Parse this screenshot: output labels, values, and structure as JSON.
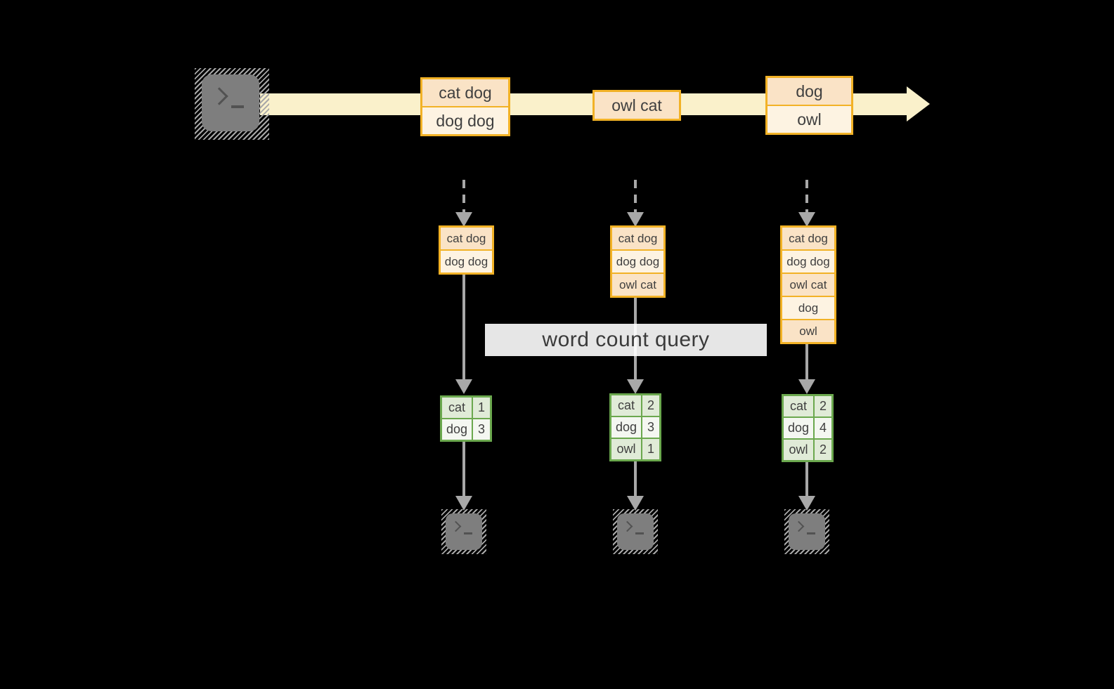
{
  "query_label": "word count query",
  "stream": {
    "events": [
      {
        "lines": [
          "cat dog",
          "dog dog"
        ]
      },
      {
        "lines": [
          "owl cat"
        ]
      },
      {
        "lines": [
          "dog",
          "owl"
        ]
      }
    ]
  },
  "columns": [
    {
      "batch": [
        "cat dog",
        "dog dog"
      ],
      "table": {
        "rows": [
          [
            "cat",
            "1"
          ],
          [
            "dog",
            "3"
          ]
        ]
      }
    },
    {
      "batch": [
        "cat dog",
        "dog dog",
        "owl cat"
      ],
      "table": {
        "rows": [
          [
            "cat",
            "2"
          ],
          [
            "dog",
            "3"
          ],
          [
            "owl",
            "1"
          ]
        ]
      }
    },
    {
      "batch": [
        "cat dog",
        "dog dog",
        "owl cat",
        "dog",
        "owl"
      ],
      "table": {
        "rows": [
          [
            "cat",
            "2"
          ],
          [
            "dog",
            "4"
          ],
          [
            "owl",
            "2"
          ]
        ]
      }
    }
  ],
  "icons": {
    "source": "terminal-prompt-icon",
    "sinks": [
      "terminal-prompt-icon",
      "terminal-prompt-icon",
      "terminal-prompt-icon"
    ]
  },
  "colors": {
    "background": "#000000",
    "stream_band": "#faf1cb",
    "orange_border": "#f2b226",
    "cell_peach": "#fae3c6",
    "cell_cream": "#fdf3e2",
    "green_border": "#6ba84e",
    "green_cell_dark": "#e0ebd7",
    "green_cell_light": "#f4f7f1",
    "arrow_gray": "#a8a8a8",
    "terminal_gray": "#7e7e7e",
    "text": "#3f3f3f"
  }
}
